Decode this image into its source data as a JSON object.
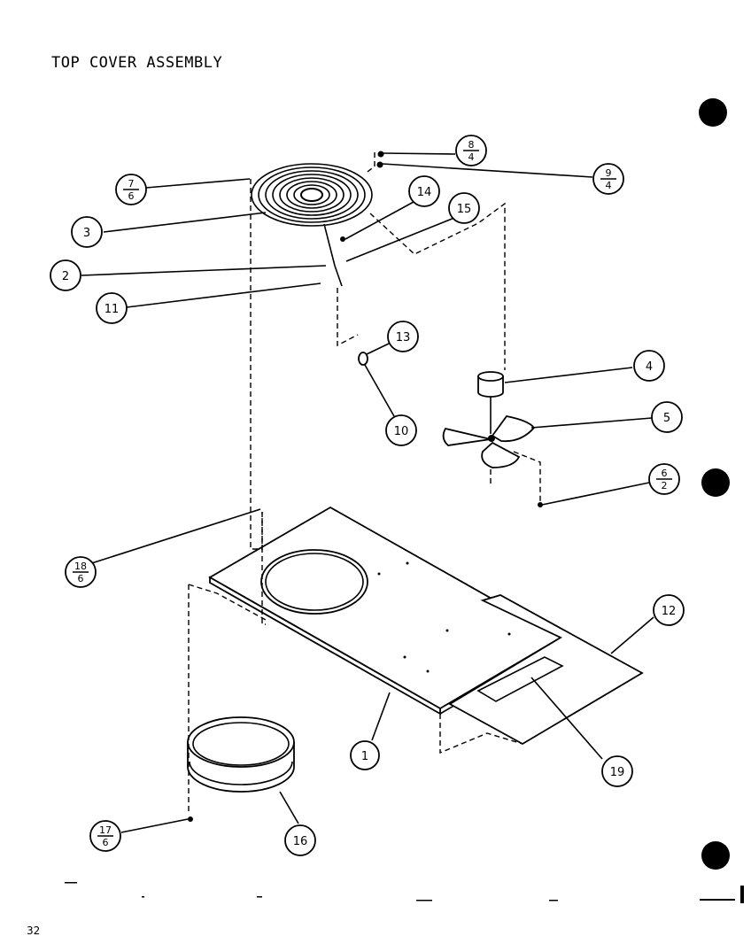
{
  "title": "TOP COVER ASSEMBLY",
  "page_number": "32",
  "callouts": [
    {
      "id": "c1",
      "top": "1"
    },
    {
      "id": "c2",
      "top": "2"
    },
    {
      "id": "c3",
      "top": "3"
    },
    {
      "id": "c4",
      "top": "4"
    },
    {
      "id": "c5",
      "top": "5"
    },
    {
      "id": "c6-2",
      "top": "6",
      "bottom": "2"
    },
    {
      "id": "c7-6",
      "top": "7",
      "bottom": "6"
    },
    {
      "id": "c8-4",
      "top": "8",
      "bottom": "4"
    },
    {
      "id": "c9-4",
      "top": "9",
      "bottom": "4"
    },
    {
      "id": "c10",
      "top": "10"
    },
    {
      "id": "c11",
      "top": "11"
    },
    {
      "id": "c12",
      "top": "12"
    },
    {
      "id": "c13",
      "top": "13"
    },
    {
      "id": "c14",
      "top": "14"
    },
    {
      "id": "c15",
      "top": "15"
    },
    {
      "id": "c16",
      "top": "16"
    },
    {
      "id": "c17-6",
      "top": "17",
      "bottom": "6"
    },
    {
      "id": "c18-6",
      "top": "18",
      "bottom": "6"
    },
    {
      "id": "c19",
      "top": "19"
    }
  ]
}
